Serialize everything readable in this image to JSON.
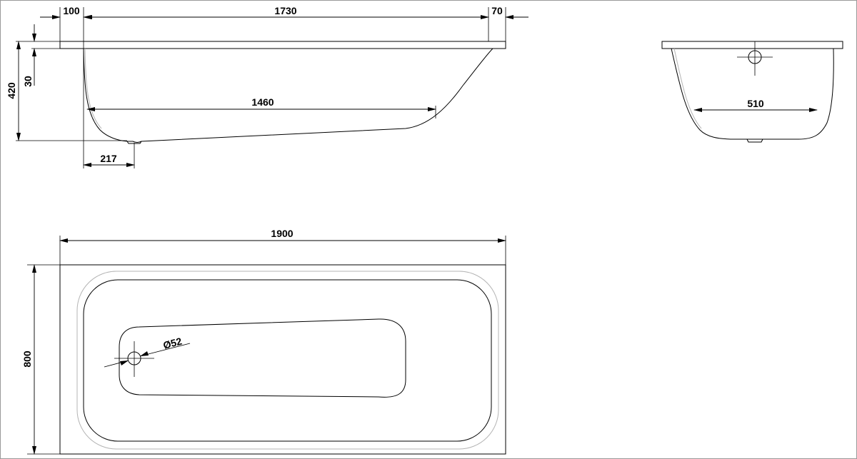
{
  "drawing": {
    "side_view": {
      "dims": {
        "rim_left": "100",
        "inner_length": "1730",
        "rim_right": "70",
        "total_height": "420",
        "rim_thickness": "30",
        "bottom_length": "1460",
        "drain_offset": "217"
      }
    },
    "end_view": {
      "dims": {
        "bottom_width": "510"
      }
    },
    "top_view": {
      "dims": {
        "total_length": "1900",
        "total_width": "800",
        "drain_diameter": "Ø52"
      }
    }
  }
}
